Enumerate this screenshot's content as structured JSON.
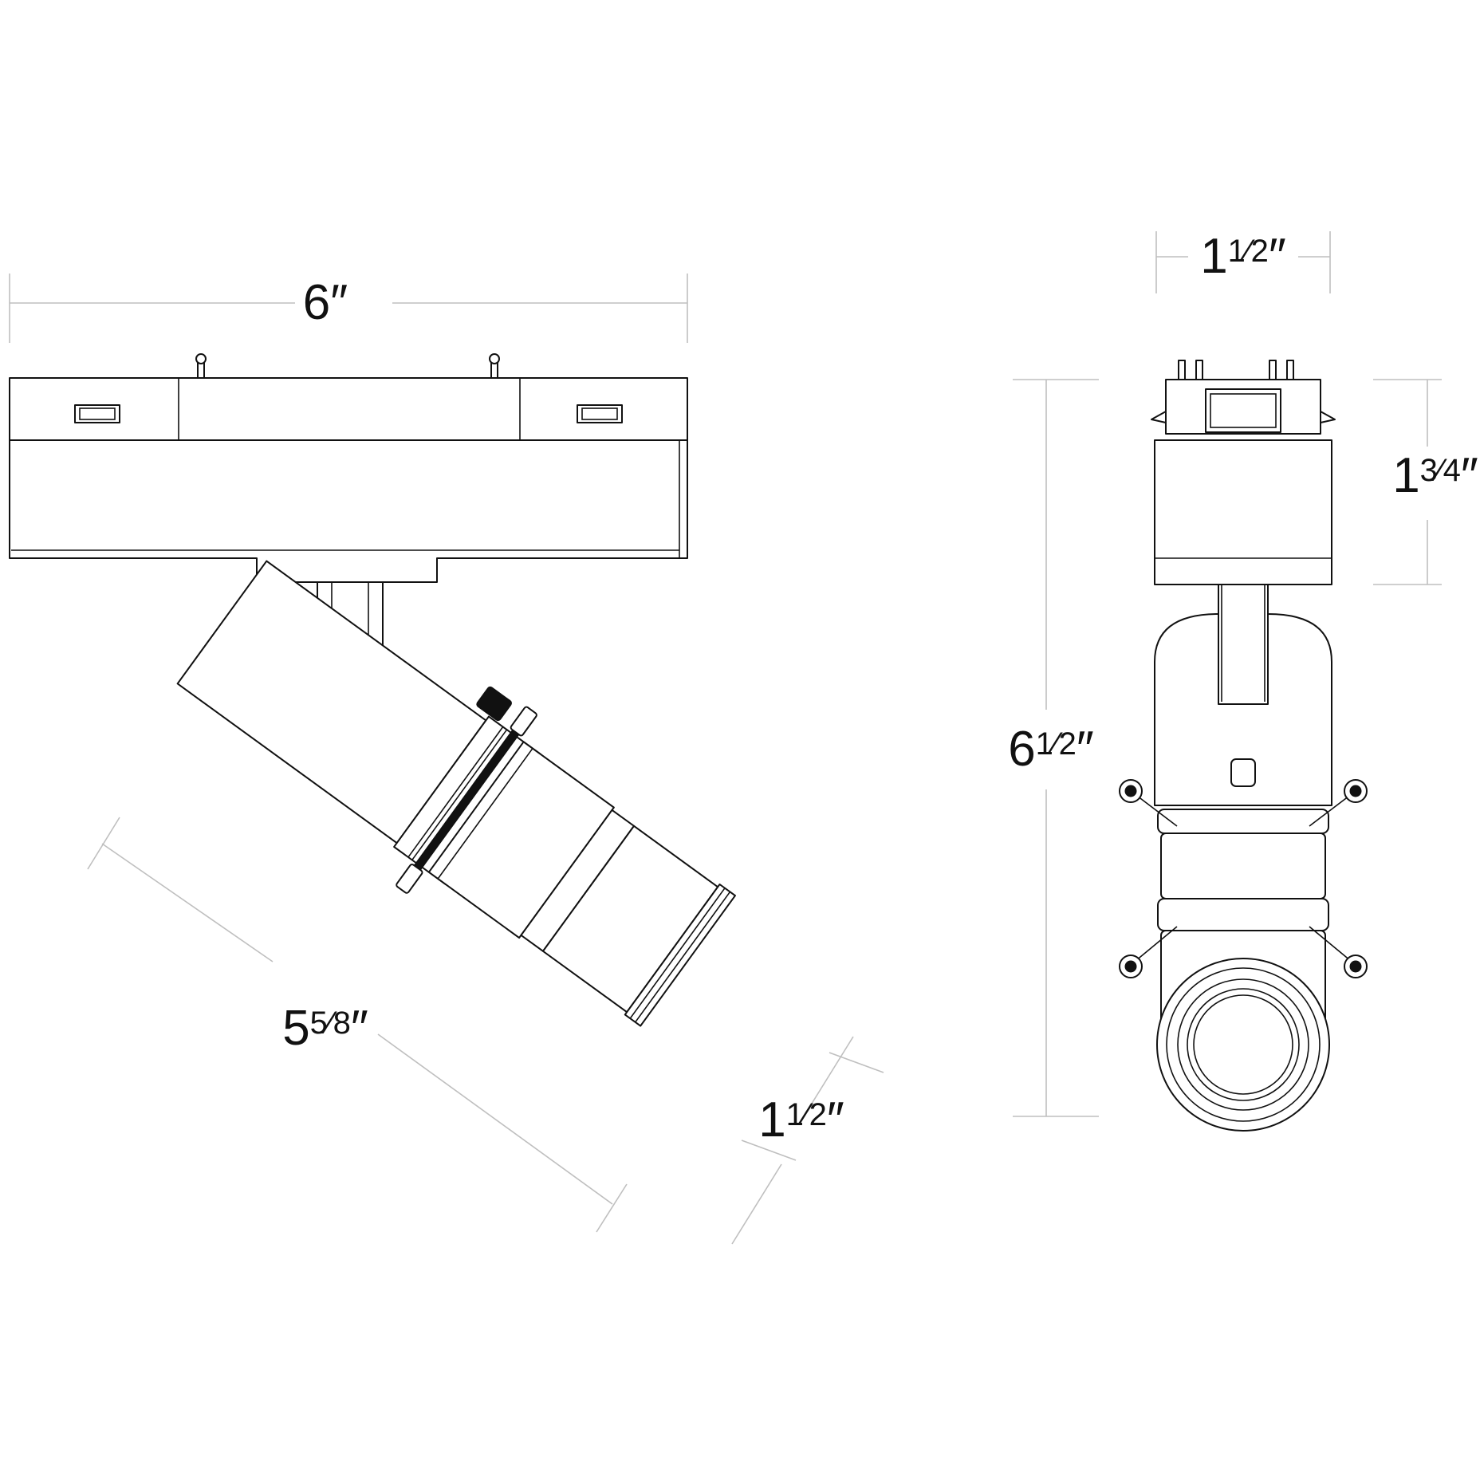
{
  "dimensions": {
    "side_width": {
      "whole": "6",
      "fraction": "",
      "unit": "″"
    },
    "side_length": {
      "whole": "5",
      "fraction": "5⁄8",
      "unit": "″"
    },
    "side_diameter": {
      "whole": "1",
      "fraction": "1⁄2",
      "unit": "″"
    },
    "front_width": {
      "whole": "1",
      "fraction": "1⁄2",
      "unit": "″"
    },
    "front_height": {
      "whole": "6",
      "fraction": "1⁄2",
      "unit": "″"
    },
    "front_mount_height": {
      "whole": "1",
      "fraction": "3⁄4",
      "unit": "″"
    }
  },
  "colors": {
    "ink": "#111111",
    "leader": "#bfbfbf",
    "background": "#ffffff"
  }
}
